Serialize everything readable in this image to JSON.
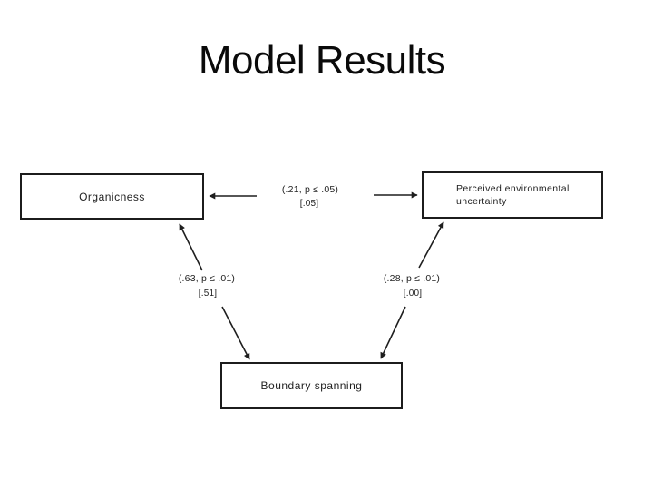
{
  "slide": {
    "title": "Model Results"
  },
  "colors": {
    "background": "#ffffff",
    "ink": "#1e1e1e",
    "title_text": "#0a0a0a"
  },
  "diagram": {
    "nodes": [
      {
        "id": "organicness",
        "label": "Organicness"
      },
      {
        "id": "perceived-environmental-uncertainty",
        "line1": "Perceived environmental",
        "line2": "uncertainty"
      },
      {
        "id": "boundary-spanning",
        "label": "Boundary spanning"
      }
    ],
    "edges": [
      {
        "between": "Organicness and Perceived environmental uncertainty",
        "arrows": "both-ends",
        "stat": "(.21, p ≤ .05)",
        "value": "[.05]"
      },
      {
        "between": "Organicness and Boundary spanning",
        "arrows": "both-ends",
        "stat": "(.63, p ≤ .01)",
        "value": "[.51]"
      },
      {
        "between": "Perceived environmental uncertainty and Boundary spanning",
        "arrows": "both-ends",
        "stat": "(.28, p ≤ .01)",
        "value": "[.00]"
      }
    ]
  }
}
